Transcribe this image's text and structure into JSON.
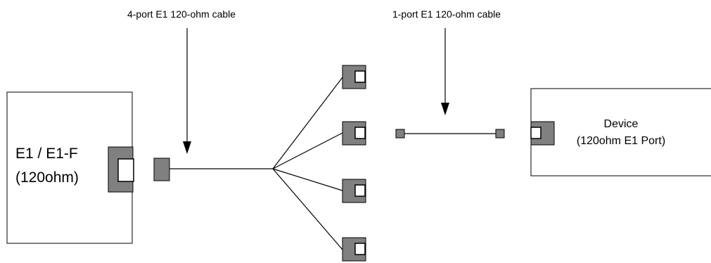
{
  "labels": {
    "four_port_cable": "4-port E1 120-ohm cable",
    "one_port_cable": "1-port E1 120-ohm cable"
  },
  "e1_unit": {
    "line1": "E1 / E1-F",
    "line2": "(120ohm)"
  },
  "device": {
    "line1": "Device",
    "line2": "(120ohm E1 Port)"
  },
  "colors": {
    "connector_fill": "#808080",
    "box_fill": "#ffffff",
    "stroke": "#000000"
  }
}
